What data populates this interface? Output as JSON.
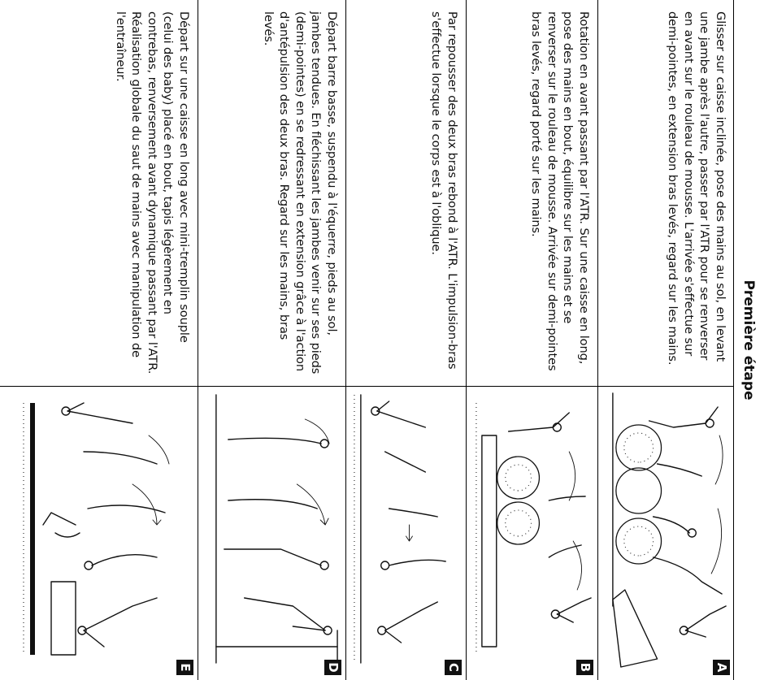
{
  "header": {
    "title": "Première étape"
  },
  "steps": [
    {
      "label": "A",
      "text": "Glisser sur caisse inclinée, pose des mains au sol, en levant une jambe après l'autre, passer par l'ATR pour se renverser en avant sur le rouleau de mousse. L'arrivée s'effectue sur demi-pointes, en extension bras levés, regard sur les mains."
    },
    {
      "label": "B",
      "text": "Rotation en avant passant par l'ATR. Sur une caisse en long, pose des mains en bout, équilibre sur les mains et se renverser sur le rouleau de mousse. Arrivée sur demi-pointes bras levés, regard porté sur les mains."
    },
    {
      "label": "C",
      "text": "Par repousser des deux bras rebond à l'ATR. L'impulsion-bras s'effectue lorsque le corps est à l'oblique."
    },
    {
      "label": "D",
      "text": "Départ barre basse, suspendu à l'équerre, pieds au sol, jambes tendues. En fléchissant les jambes venir sur ses pieds (demi-pointes) en se redressant en extension grâce à l'action d'antépulsion des deux bras. Regard sur les mains, bras levés."
    },
    {
      "label": "E",
      "text": "Départ sur une caisse en long avec mini-tremplin souple (celui des baby) placé en bout, tapis légèrement en contrebas, renversement avant dynamique passant par l'ATR. Réalisation globale du saut de mains avec manipulation de l'entraîneur."
    }
  ]
}
